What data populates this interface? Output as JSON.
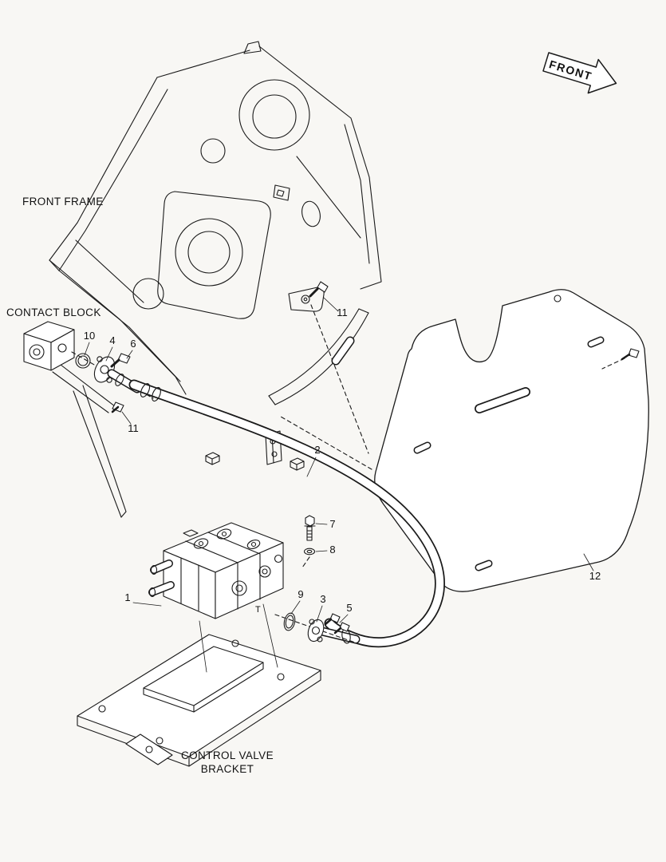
{
  "page": {
    "background": "#f8f7f4",
    "line_color": "#1a1a1a"
  },
  "labels": {
    "front_frame": "FRONT FRAME",
    "contact_block": "CONTACT BLOCK",
    "control_valve_bracket_line1": "CONTROL VALVE",
    "control_valve_bracket_line2": "BRACKET",
    "front_direction": "FRONT",
    "valve_port": "T"
  },
  "callouts": [
    {
      "label": "11"
    },
    {
      "label": "10"
    },
    {
      "label": "4"
    },
    {
      "label": "6"
    },
    {
      "label": "11"
    },
    {
      "label": "2"
    },
    {
      "label": "7"
    },
    {
      "label": "8"
    },
    {
      "label": "1"
    },
    {
      "label": "9"
    },
    {
      "label": "3"
    },
    {
      "label": "5"
    },
    {
      "label": "12"
    }
  ]
}
